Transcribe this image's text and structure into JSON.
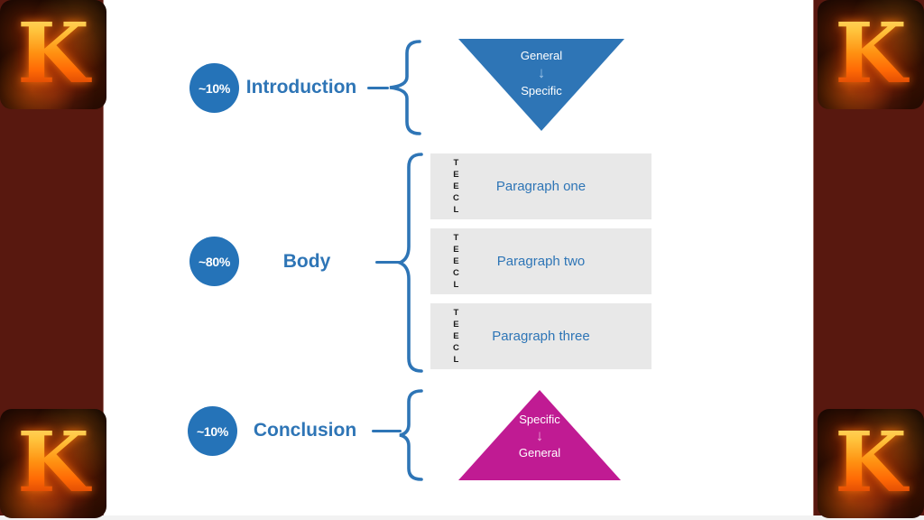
{
  "slide": {
    "background_color": "#58180f",
    "canvas_color": "#ffffff",
    "sections": [
      {
        "percent": "~10%",
        "label": "Introduction",
        "shape": {
          "type": "inverted-triangle",
          "color": "#2e75b6",
          "top_text": "General",
          "arrow": "↓",
          "bottom_text": "Specific"
        }
      },
      {
        "percent": "~80%",
        "label": "Body",
        "paragraphs": [
          {
            "acronym": "T\nE\nE\nC\nL",
            "label": "Paragraph one"
          },
          {
            "acronym": "T\nE\nE\nC\nL",
            "label": "Paragraph two"
          },
          {
            "acronym": "T\nE\nE\nC\nL",
            "label": "Paragraph three"
          }
        ]
      },
      {
        "percent": "~10%",
        "label": "Conclusion",
        "shape": {
          "type": "triangle",
          "color": "#c01b93",
          "top_text": "Specific",
          "arrow": "↓",
          "bottom_text": "General"
        }
      }
    ]
  },
  "branding": {
    "logo_letter": "K"
  },
  "colors": {
    "accent_blue": "#2e75b6",
    "circle_blue": "#2573b8",
    "magenta": "#c01b93",
    "paragraph_box_gray": "#e8e8e8",
    "border_maroon": "#58180f",
    "triangle_arrow_blue": "#9dc3e6",
    "triangle_arrow_pink": "#eaaad6"
  }
}
